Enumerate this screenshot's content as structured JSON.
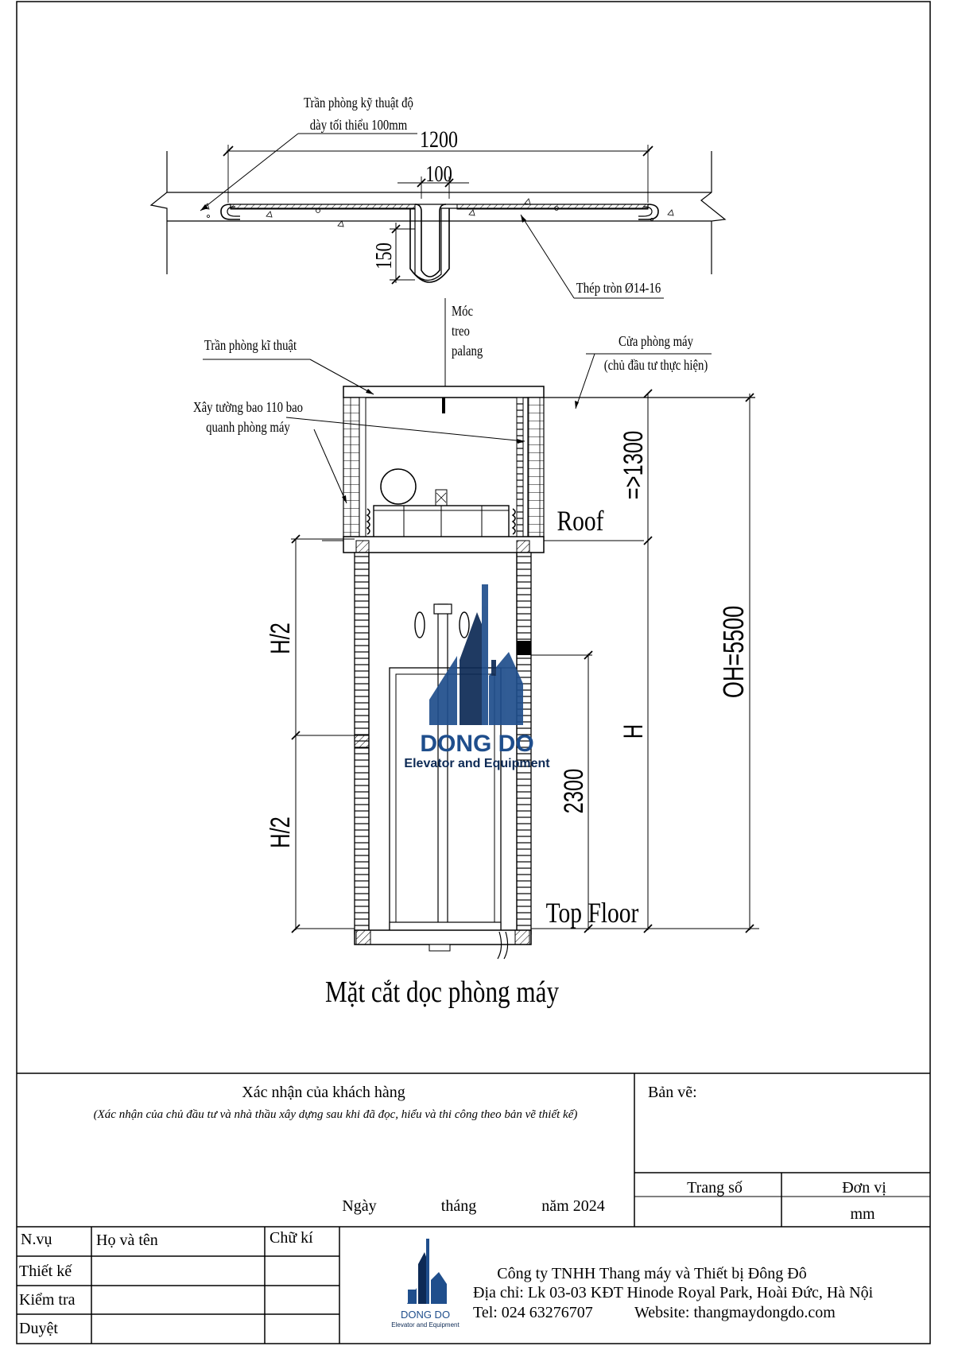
{
  "drawing": {
    "slab_note_line1": "Trần phòng kỹ thuật độ",
    "slab_note_line2": "dày tối thiểu 100mm",
    "dim_slab_width": "1200",
    "dim_hook_width": "100",
    "dim_hook_depth": "150",
    "steel_label": "Thép tròn Ø14-16",
    "hook_label_line1": "Móc",
    "hook_label_line2": "treo",
    "hook_label_line3": "palang",
    "ceiling_label": "Trần phòng kĩ thuật",
    "door_label_line1": "Cửa phòng máy",
    "door_label_line2": "(chủ đầu tư thực hiện)",
    "wall_label_line1": "Xây tường bao 110 bao",
    "wall_label_line2": "quanh phòng máy",
    "dim_machine_room": "=>1300",
    "roof_label": "Roof",
    "dim_half_upper": "H/2",
    "dim_half_lower": "H/2",
    "dim_h": "H",
    "dim_oh": "OH=5500",
    "dim_door": "2300",
    "top_floor_label": "Top Floor",
    "title": "Mặt cắt dọc phòng máy",
    "watermark_name": "DONG DO",
    "watermark_sub": "Elevator and Equipment"
  },
  "titleblock": {
    "confirm_title": "Xác nhận của khách hàng",
    "confirm_note": "(Xác nhận của chủ đầu tư và nhà thầu xây dựng sau khi đã đọc, hiểu và thi công theo bản vẽ thiết kế)",
    "date_day": "Ngày",
    "date_month": "tháng",
    "date_year": "năm 2024",
    "drawing_label": "Bản vẽ:",
    "page_label": "Trang số",
    "unit_label": "Đơn vị",
    "unit_value": "mm",
    "col_role": "N.vụ",
    "col_name": "Họ và tên",
    "col_sign": "Chữ kí",
    "row_design": "Thiết kế",
    "row_check": "Kiểm tra",
    "row_approve": "Duyệt",
    "logo_name": "DONG DO",
    "logo_sub": "Elevator and Equipment",
    "company": "Công ty TNHH Thang máy và Thiết bị Đông Đô",
    "address": "Địa chỉ: Lk 03-03 KĐT Hinode Royal Park, Hoài Đức, Hà Nội",
    "tel": "Tel: 024 63276707",
    "website": "Website: thangmaydongdo.com"
  },
  "colors": {
    "line": "#000000",
    "brand_blue": "#1f4e8c",
    "brand_dark": "#0d2a55"
  }
}
